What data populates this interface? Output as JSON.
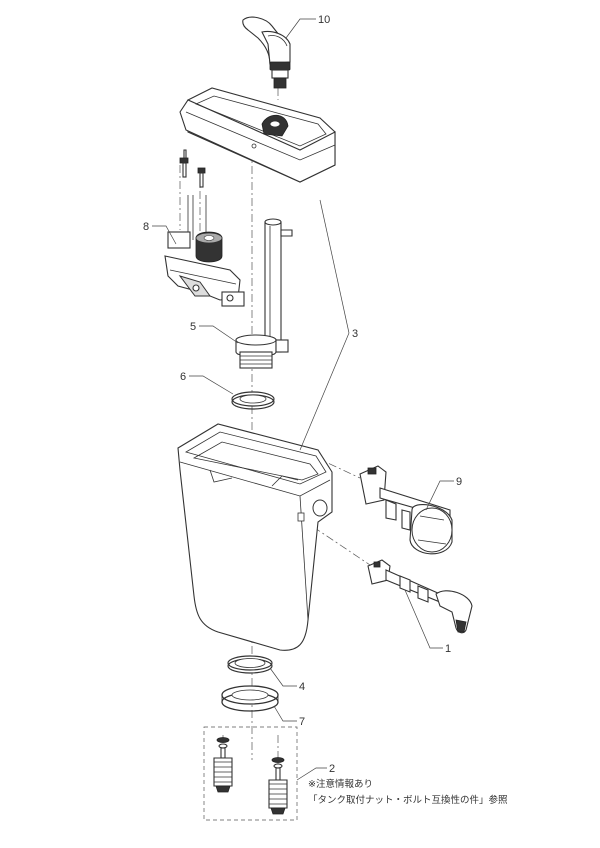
{
  "callouts": {
    "p1": "1",
    "p2": "2",
    "p3": "3",
    "p4": "4",
    "p5": "5",
    "p6": "6",
    "p7": "7",
    "p8": "8",
    "p9": "9",
    "p10": "10"
  },
  "notes": {
    "line1": "※注意情報あり",
    "line2": "「タンク取付ナット・ボルト互換性の件」参照"
  }
}
